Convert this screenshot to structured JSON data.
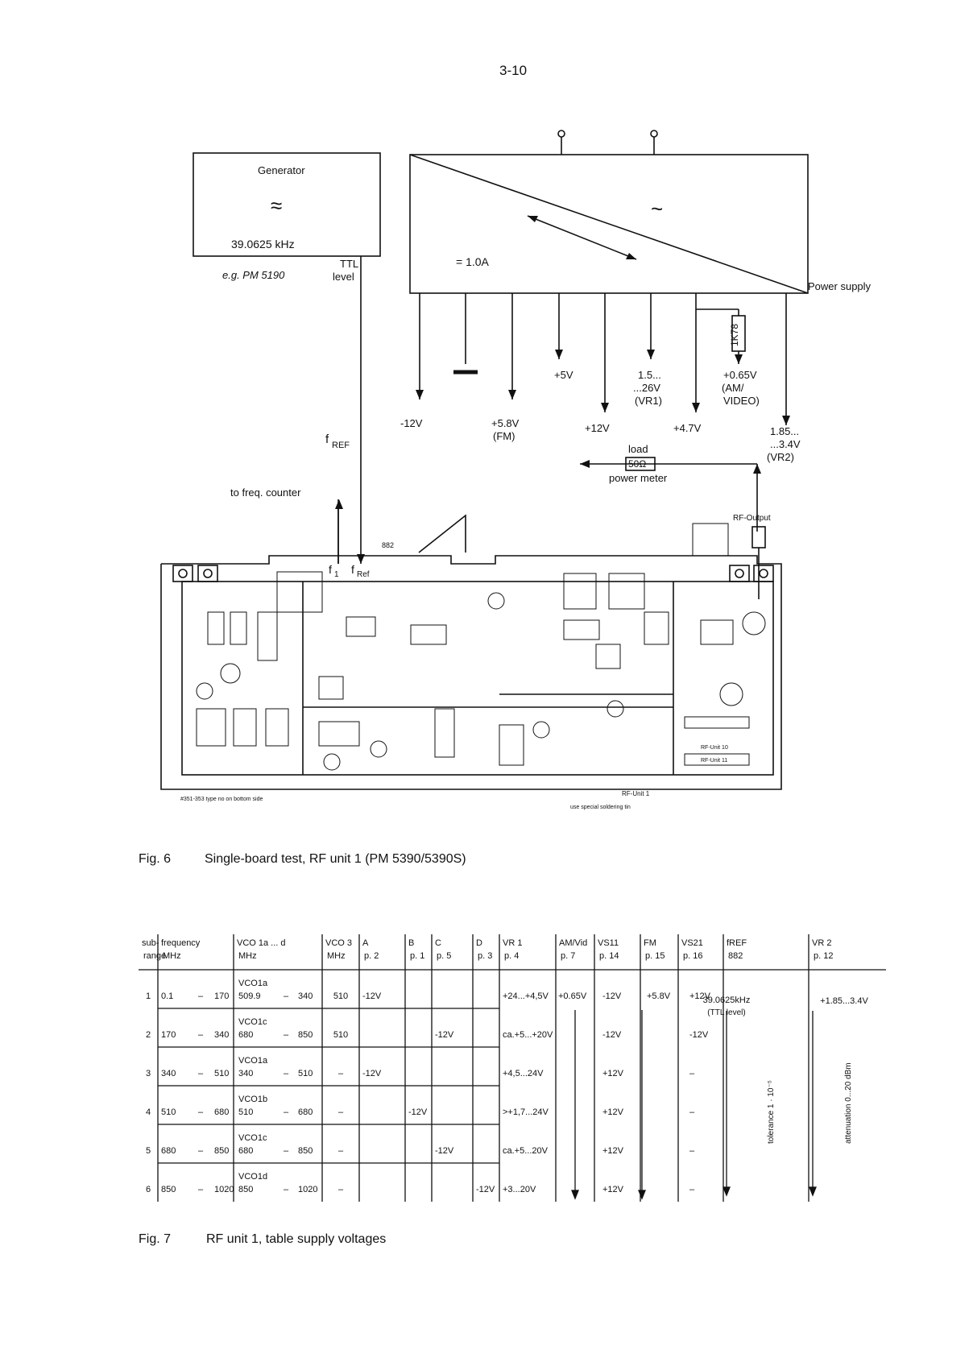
{
  "page_number": "3-10",
  "fig6": {
    "generator": {
      "title": "Generator",
      "symbol": "≈",
      "frequency": "39.0625 kHz",
      "example": "e.g. PM 5190",
      "ttl": "TTL",
      "level": "level"
    },
    "power_supply": {
      "label": "Power supply",
      "ac_symbol": "~",
      "dc_label": "= 1.0A"
    },
    "outputs": [
      {
        "label": "-12V"
      },
      {
        "label": "+5.8V",
        "sub": "(FM)"
      },
      {
        "label": "+5V"
      },
      {
        "label": "+12V"
      },
      {
        "label": "1.5...",
        "sub": "...26V",
        "sub2": "(VR1)"
      },
      {
        "label": "+4.7V"
      },
      {
        "label": "+0.65V",
        "sub": "(AM/",
        "sub2": "VIDEO)"
      },
      {
        "label": "1.85...",
        "sub": "...3.4V",
        "sub2": "(VR2)"
      }
    ],
    "resistor": "1K78",
    "fref": "f",
    "fref_sub": "REF",
    "to_counter": "to freq. counter",
    "load": "load",
    "load_value": "50Ω",
    "power_meter": "power meter",
    "rf_output": "RF-Output",
    "f1": "f",
    "f1_sub": "1",
    "fref_board": "f",
    "fref_board_sub": "Ref",
    "board_882": "882",
    "board_note": "#351-353 type no on bottom side",
    "board_note2": "use special soldering tin",
    "rf_unit1": "RF-Unit 1",
    "rf_unit10": "RF-Unit 10",
    "rf_unit11": "RF-Unit 11",
    "caption_num": "Fig. 6",
    "caption_text": "Single-board test, RF unit 1 (PM 5390/5390S)"
  },
  "fig7": {
    "headers": [
      {
        "l1": "sub-",
        "l2": "range"
      },
      {
        "l1": "frequency",
        "l2": "MHz"
      },
      {
        "l1": "VCO 1a ... d",
        "l2": "MHz"
      },
      {
        "l1": "VCO 3",
        "l2": "MHz"
      },
      {
        "l1": "A",
        "l2": "p. 2"
      },
      {
        "l1": "B",
        "l2": "p. 1"
      },
      {
        "l1": "C",
        "l2": "p. 5"
      },
      {
        "l1": "D",
        "l2": "p. 3"
      },
      {
        "l1": "VR 1",
        "l2": "p. 4"
      },
      {
        "l1": "AM/Vid",
        "l2": "p. 7"
      },
      {
        "l1": "VS11",
        "l2": "p. 14"
      },
      {
        "l1": "FM",
        "l2": "p. 15"
      },
      {
        "l1": "VS21",
        "l2": "p. 16"
      },
      {
        "l1": "fREF",
        "l2": "882"
      },
      {
        "l1": "VR 2",
        "l2": "p. 12"
      }
    ],
    "rows": [
      {
        "n": "1",
        "f1": "0.1",
        "f2": "170",
        "vco_name": "VCO1a",
        "vco1": "509.9",
        "vco2": "340",
        "vco3": "510",
        "A": "-12V",
        "B": "",
        "C": "",
        "D": "",
        "VR1": "+24...+4,5V",
        "AM": "+0.65V",
        "VS11": "-12V",
        "FM": "+5.8V",
        "VS21": "+12V"
      },
      {
        "n": "2",
        "f1": "170",
        "f2": "340",
        "vco_name": "VCO1c",
        "vco1": "680",
        "vco2": "850",
        "vco3": "510",
        "A": "",
        "B": "",
        "C": "-12V",
        "D": "",
        "VR1": "ca.+5...+20V",
        "AM": "",
        "VS11": "-12V",
        "FM": "",
        "VS21": "-12V"
      },
      {
        "n": "3",
        "f1": "340",
        "f2": "510",
        "vco_name": "VCO1a",
        "vco1": "340",
        "vco2": "510",
        "vco3": "–",
        "A": "-12V",
        "B": "",
        "C": "",
        "D": "",
        "VR1": "+4,5...24V",
        "AM": "",
        "VS11": "+12V",
        "FM": "",
        "VS21": "–"
      },
      {
        "n": "4",
        "f1": "510",
        "f2": "680",
        "vco_name": "VCO1b",
        "vco1": "510",
        "vco2": "680",
        "vco3": "–",
        "A": "",
        "B": "-12V",
        "C": "",
        "D": "",
        "VR1": ">+1,7...24V",
        "AM": "",
        "VS11": "+12V",
        "FM": "",
        "VS21": "–"
      },
      {
        "n": "5",
        "f1": "680",
        "f2": "850",
        "vco_name": "VCO1c",
        "vco1": "680",
        "vco2": "850",
        "vco3": "–",
        "A": "",
        "B": "",
        "C": "-12V",
        "D": "",
        "VR1": "ca.+5...20V",
        "AM": "",
        "VS11": "+12V",
        "FM": "",
        "VS21": "–"
      },
      {
        "n": "6",
        "f1": "850",
        "f2": "1020",
        "vco_name": "VCO1d",
        "vco1": "850",
        "vco2": "1020",
        "vco3": "–",
        "A": "",
        "B": "",
        "C": "",
        "D": "-12V",
        "VR1": "+3...20V",
        "AM": "",
        "VS11": "+12V",
        "FM": "",
        "VS21": "–"
      }
    ],
    "fref_value": "39.0625kHz",
    "fref_level": "(TTL level)",
    "tolerance": "tolerance 1 · 10⁻⁵",
    "vr2_value": "+1.85...3.4V",
    "attenuation": "attenuation 0...20 dBm",
    "caption_num": "Fig. 7",
    "caption_text": "RF unit 1, table supply voltages"
  }
}
